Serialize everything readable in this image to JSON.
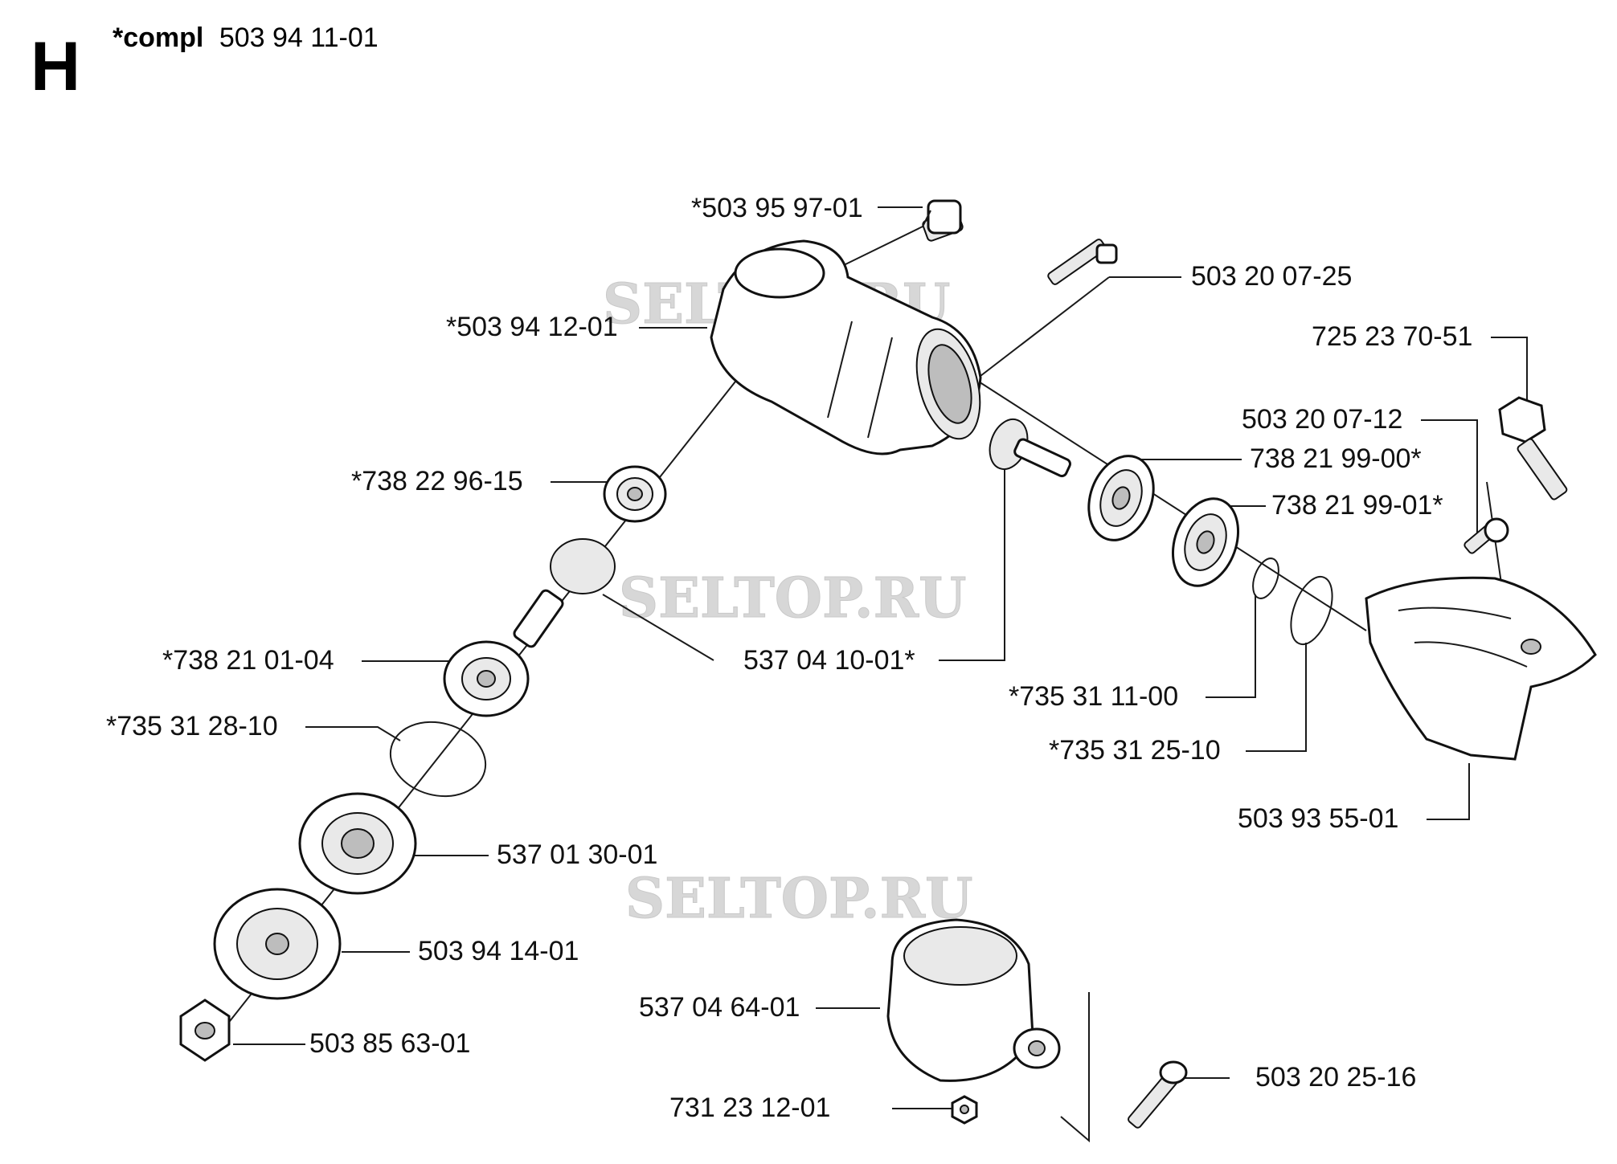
{
  "header": {
    "section_letter": "H",
    "compl_prefix": "*compl",
    "compl_number": "503 94 11-01"
  },
  "watermark": "SELTOP.RU",
  "parts": [
    {
      "id": "p1",
      "label": "*503 95 97-01"
    },
    {
      "id": "p2",
      "label": "503 20 07-25"
    },
    {
      "id": "p3",
      "label": "*503 94 12-01"
    },
    {
      "id": "p4",
      "label": "725 23 70-51"
    },
    {
      "id": "p5",
      "label": "503 20 07-12"
    },
    {
      "id": "p6",
      "label": "738 21 99-00*"
    },
    {
      "id": "p7",
      "label": "*738 22 96-15"
    },
    {
      "id": "p8",
      "label": "738 21 99-01*"
    },
    {
      "id": "p9",
      "label": "*738 21 01-04"
    },
    {
      "id": "p10",
      "label": "537 04 10-01*"
    },
    {
      "id": "p11",
      "label": "*735 31 11-00"
    },
    {
      "id": "p12",
      "label": "*735 31 28-10"
    },
    {
      "id": "p13",
      "label": "*735 31 25-10"
    },
    {
      "id": "p14",
      "label": "503 93 55-01"
    },
    {
      "id": "p15",
      "label": "537 01 30-01"
    },
    {
      "id": "p16",
      "label": "503 94 14-01"
    },
    {
      "id": "p17",
      "label": "537 04 64-01"
    },
    {
      "id": "p18",
      "label": "503 85 63-01"
    },
    {
      "id": "p19",
      "label": "503 20 25-16"
    },
    {
      "id": "p20",
      "label": "731 23 12-01"
    }
  ]
}
